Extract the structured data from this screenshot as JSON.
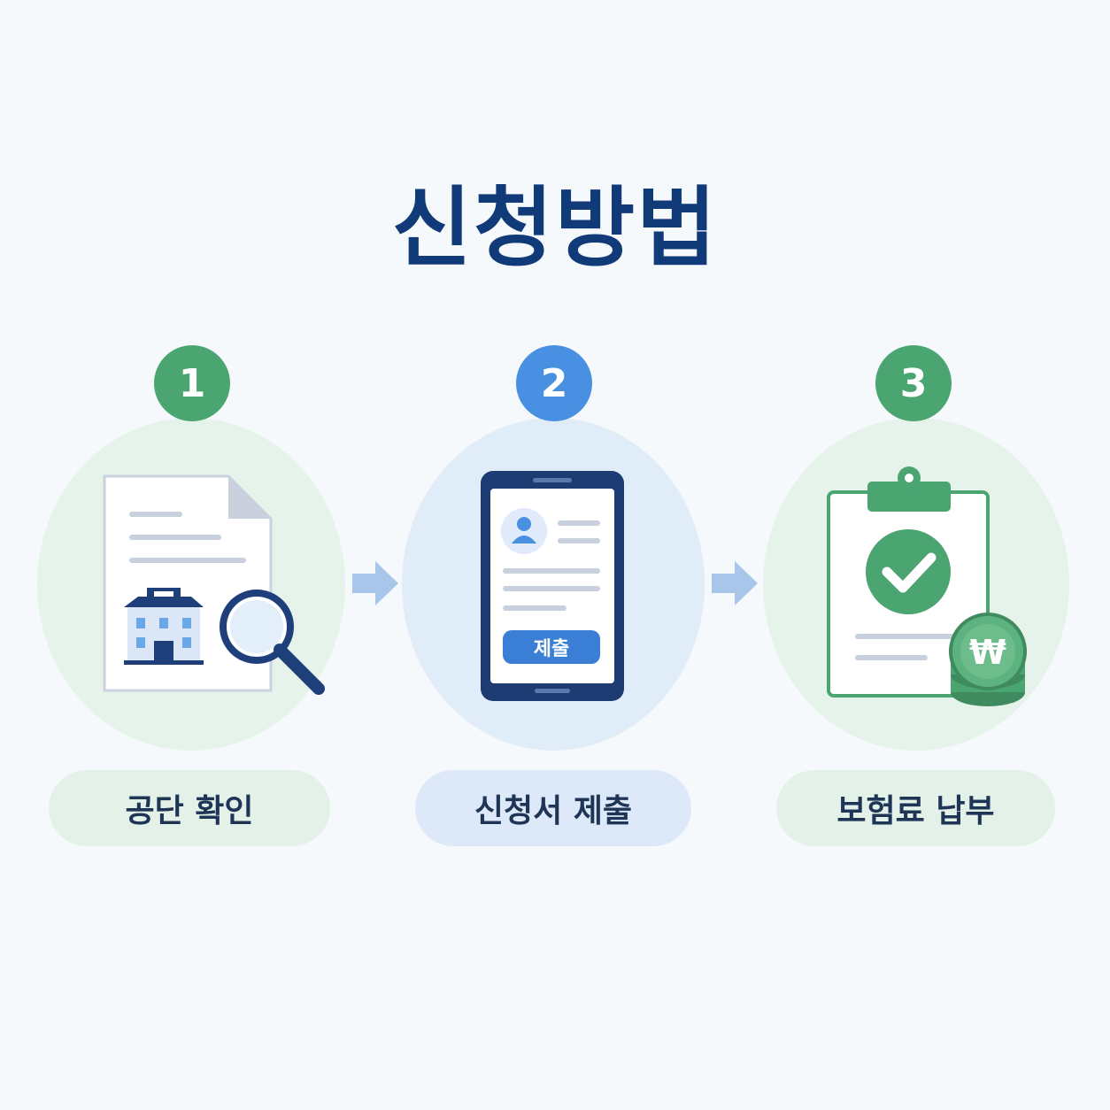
{
  "title": "신청방법",
  "steps": [
    {
      "number": "1",
      "label": "공단 확인",
      "icon": "document-building-search-icon",
      "color": "#4aa571"
    },
    {
      "number": "2",
      "label": "신청서 제출",
      "icon": "smartphone-form-icon",
      "color": "#4a90e2"
    },
    {
      "number": "3",
      "label": "보험료 납부",
      "icon": "clipboard-check-coins-icon",
      "color": "#4aa571"
    }
  ],
  "phone": {
    "button_label": "제출"
  },
  "coin_symbol": "₩"
}
